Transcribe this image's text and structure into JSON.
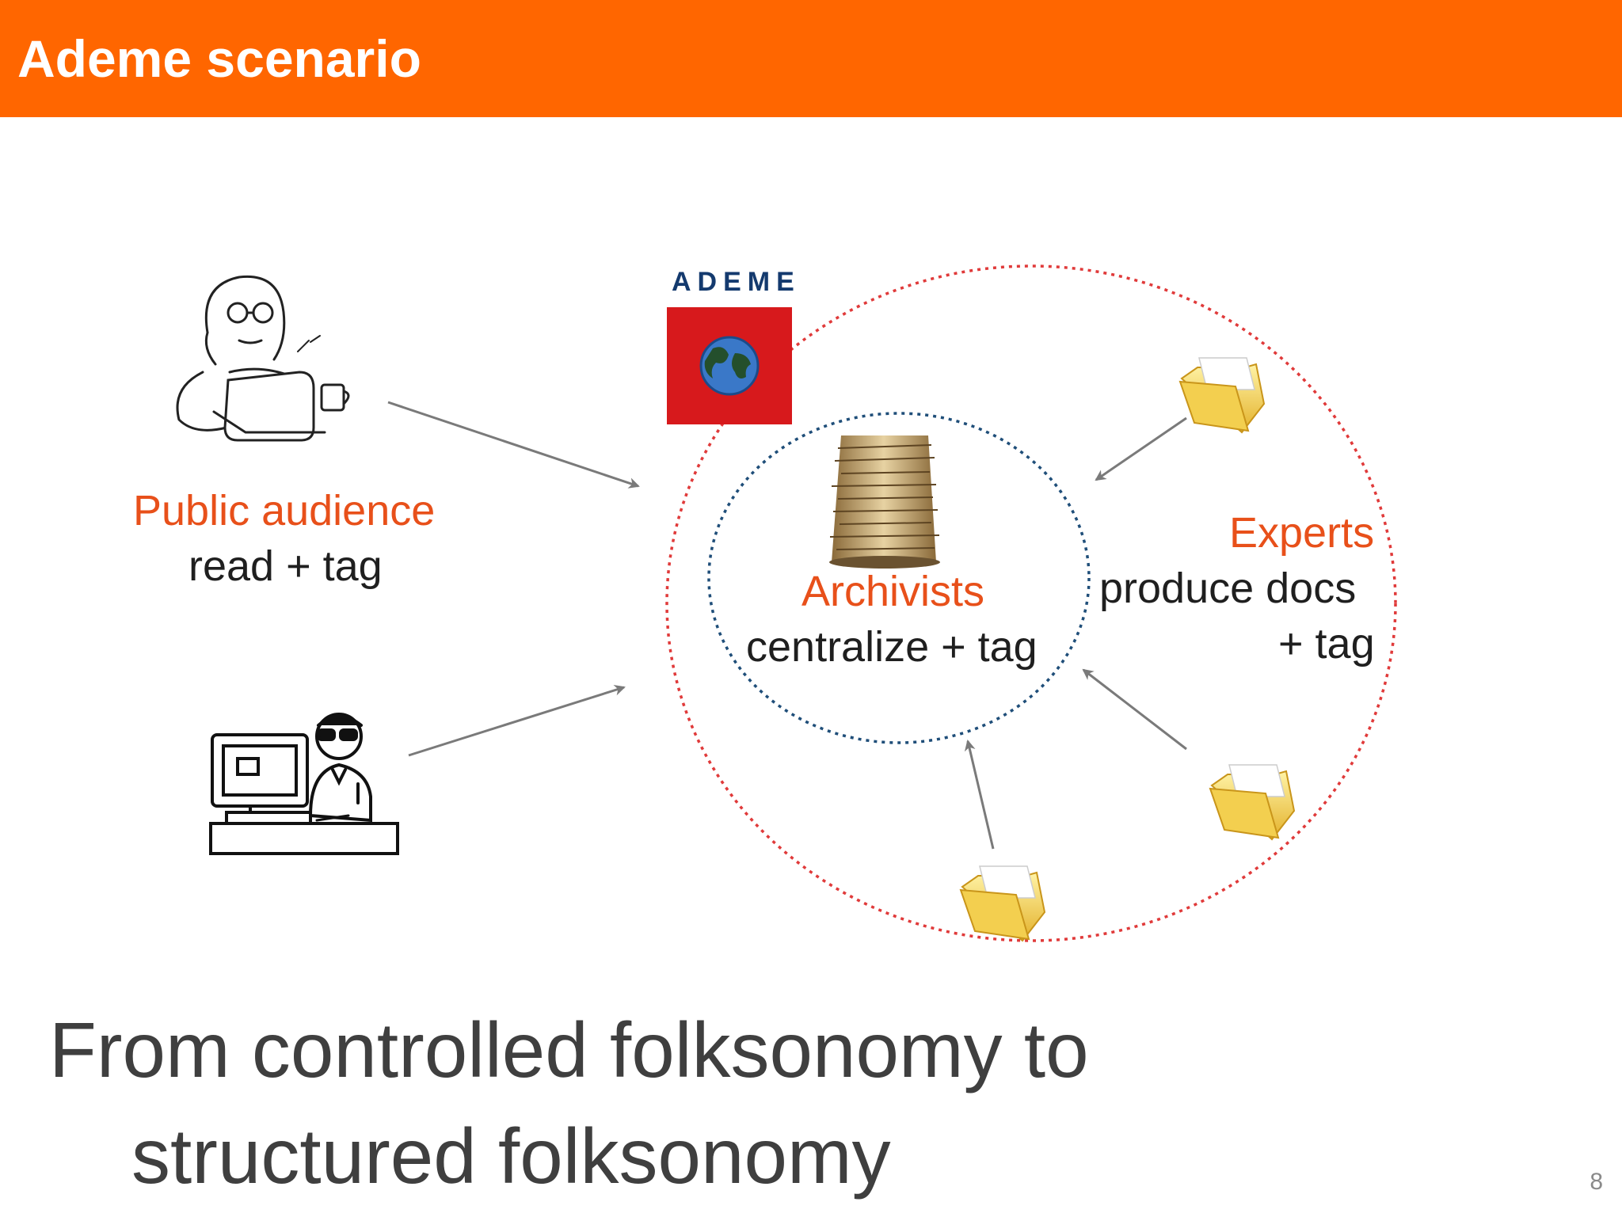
{
  "header": {
    "title": "Ademe scenario"
  },
  "logo": {
    "text": "ADEME",
    "box_color": "#d7191c",
    "globe_color": "#3a78c8"
  },
  "public": {
    "role": "Public audience",
    "action": "read + tag"
  },
  "archivists": {
    "role": "Archivists",
    "action": "centralize + tag"
  },
  "experts": {
    "role": "Experts",
    "action_line1": "produce docs",
    "action_line2": "+ tag"
  },
  "footer": {
    "line1": "From controlled folksonomy to",
    "line2": "structured folksonomy"
  },
  "page": {
    "number": "8"
  },
  "colors": {
    "accent": "#ff6600",
    "role_text": "#e8501a",
    "outer_ring": "#e03a3a",
    "inner_ring": "#1f4e79",
    "arrow": "#7a7a7a"
  }
}
